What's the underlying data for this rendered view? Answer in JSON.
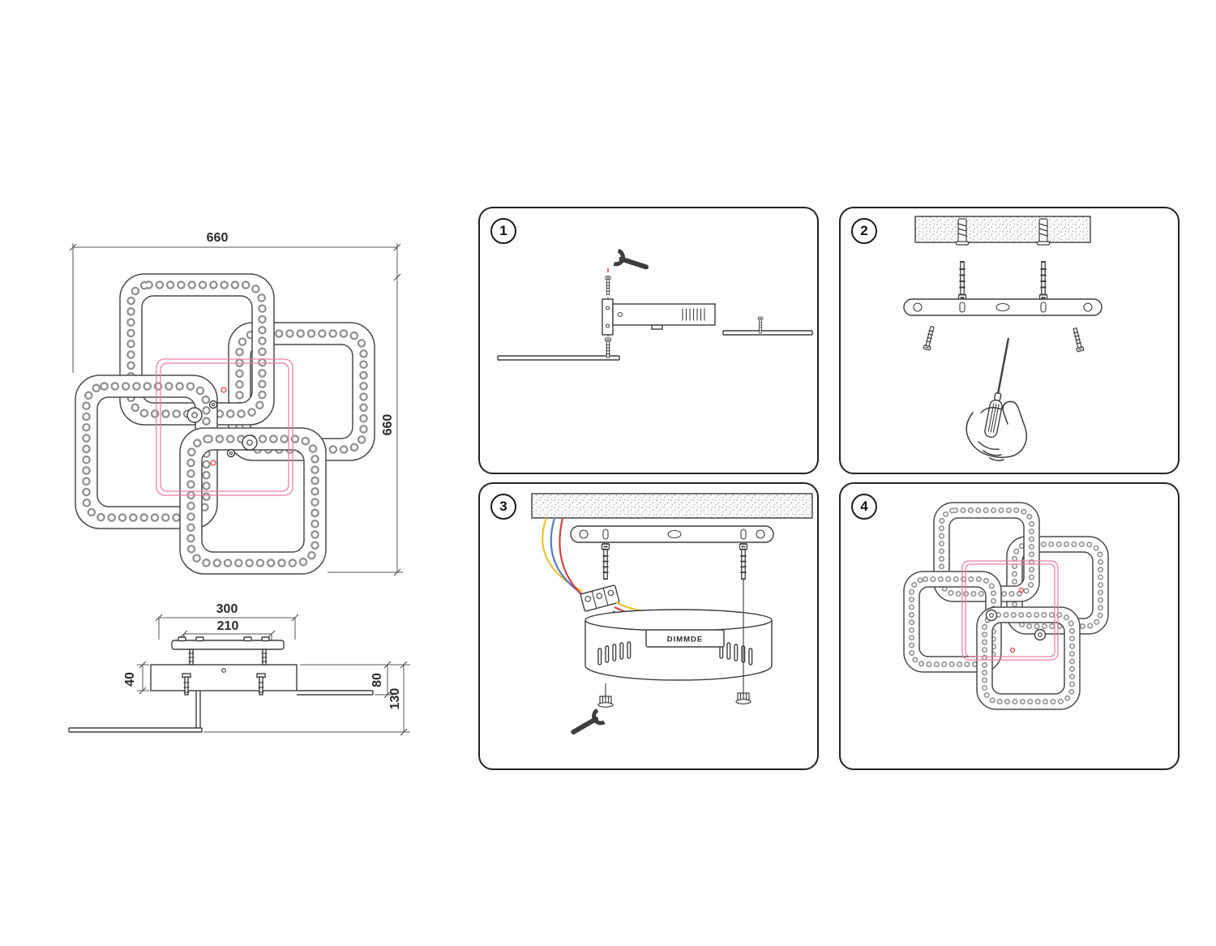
{
  "dimensions": {
    "top_view": {
      "width": "660",
      "height": "660"
    },
    "side_view": {
      "canopy_width": "300",
      "plate_width": "210",
      "left_height": "40",
      "body_height": "80",
      "total_height": "130"
    }
  },
  "steps": [
    {
      "number": "1"
    },
    {
      "number": "2"
    },
    {
      "number": "3",
      "driver_label": "DIMMDE"
    },
    {
      "number": "4"
    }
  ],
  "colors": {
    "line": "#3d3d3d",
    "accent_pink": "#e87fa6",
    "accent_red": "#e04545",
    "wire_yellow": "#e6c235",
    "wire_blue": "#5b7bc4",
    "wire_red": "#cc4444"
  }
}
